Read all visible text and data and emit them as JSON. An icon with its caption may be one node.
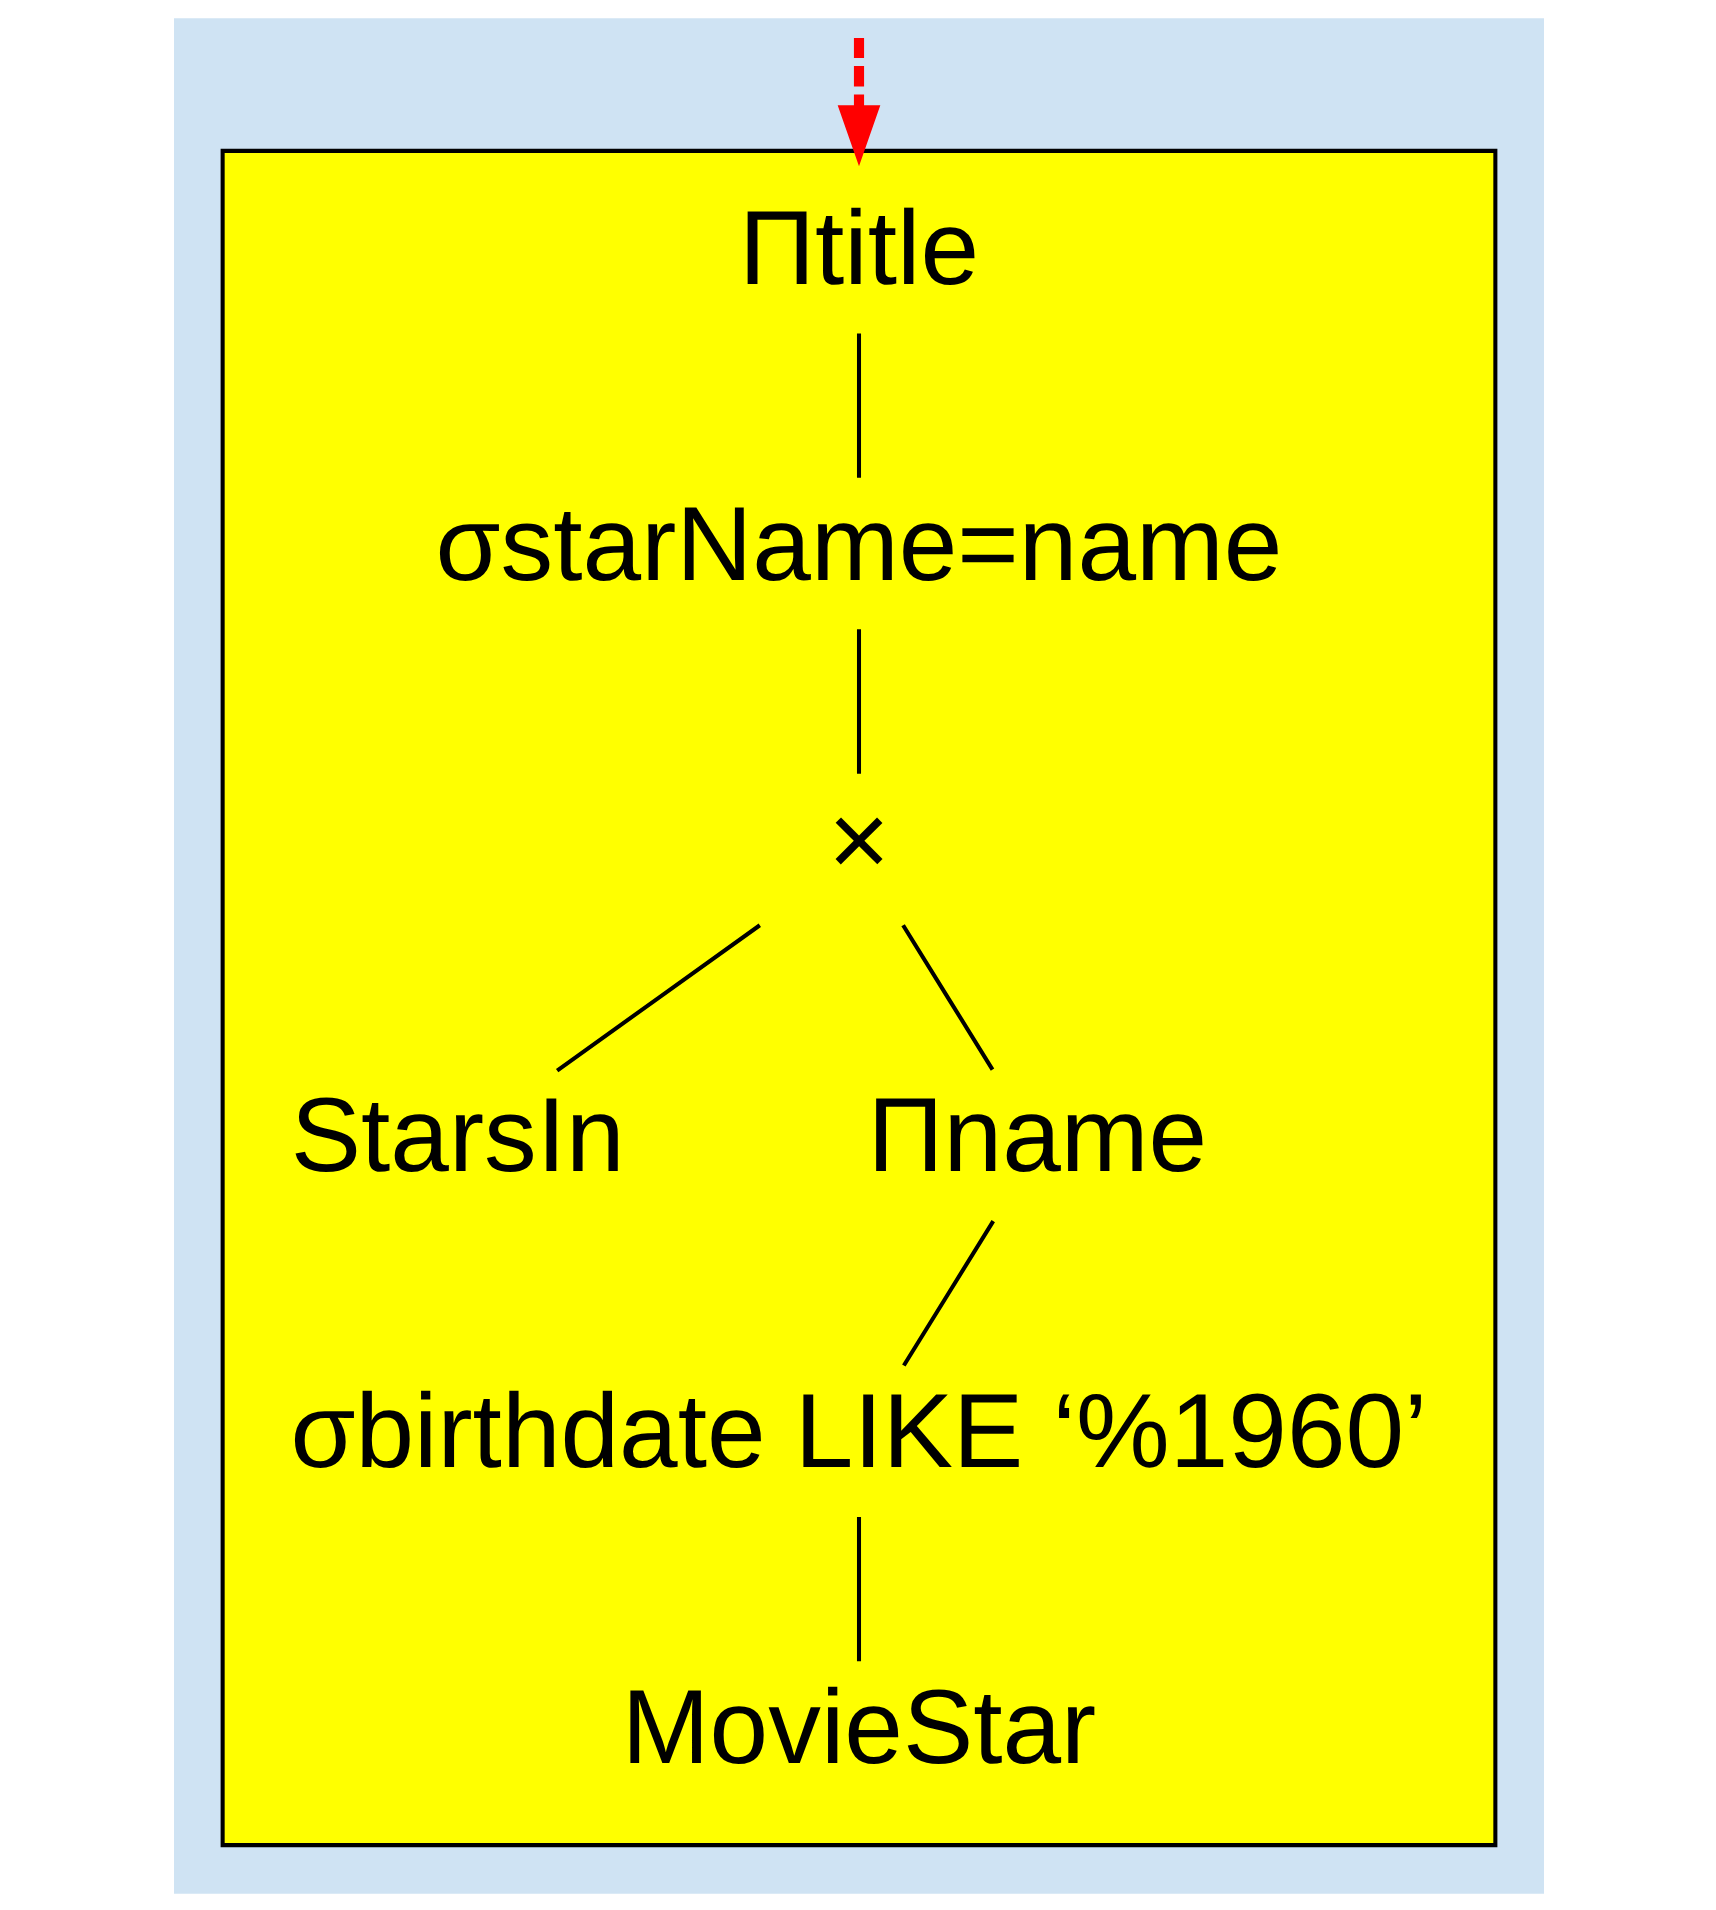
{
  "diagram": {
    "nodes": [
      {
        "text": [],
        "shape": "box"
      },
      {
        "text": [
          "Πtitle"
        ],
        "in": 0
      },
      {
        "text": [
          "σstarName=name"
        ],
        "in": 0
      },
      {
        "text": [
          "×"
        ],
        "in": 0
      },
      {
        "text": [
          "StarsIn"
        ],
        "in": 0
      },
      {
        "text": [
          "Πname"
        ],
        "in": 0
      },
      {
        "text": [
          "σbirthdate LIKE ‘%1960’"
        ],
        "in": 0
      },
      {
        "text": [
          "MovieStar"
        ],
        "in": 0
      }
    ],
    "edges": [
      {
        "from": 1,
        "to": 2,
        "arrow": "none"
      },
      {
        "from": 2,
        "to": 3,
        "arrow": "none"
      },
      {
        "from": 3,
        "to": 4,
        "arrow": "none"
      },
      {
        "from": 3,
        "to": 5,
        "arrow": "none"
      },
      {
        "from": 5,
        "to": 6,
        "arrow": "none"
      },
      {
        "from": 6,
        "to": 7,
        "arrow": "none"
      },
      {
        "from": null,
        "to": 0,
        "arrow": "to",
        "style": "dashed",
        "color": "#ff0000"
      }
    ]
  }
}
